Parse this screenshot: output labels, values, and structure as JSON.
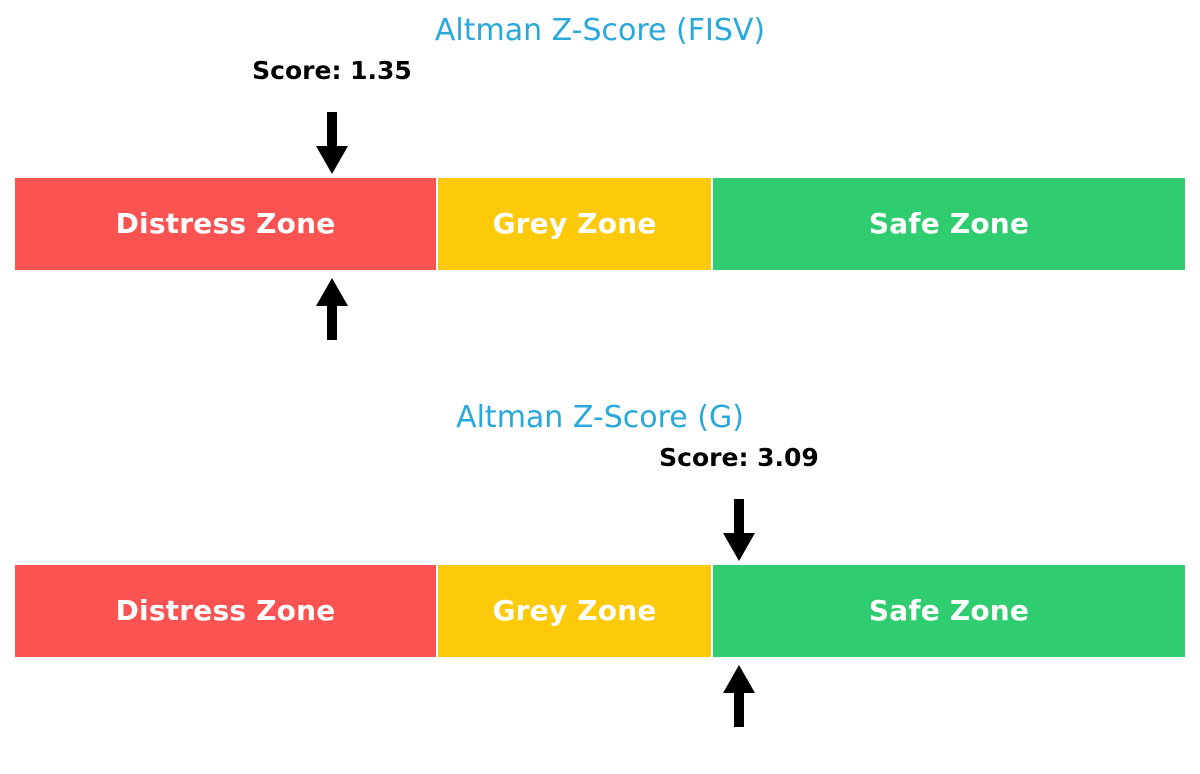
{
  "chart_data": [
    {
      "type": "bar",
      "title": "Altman Z-Score (FISV)",
      "orientation": "horizontal-stacked-gauge",
      "xlabel": "",
      "ylabel": "",
      "xlim": [
        0,
        1170
      ],
      "grid": false,
      "legend": "none",
      "categories": [
        "Distress Zone",
        "Grey Zone",
        "Safe Zone"
      ],
      "values": [
        423,
        275,
        472
      ],
      "segment_colors": [
        "#fb5252",
        "#fcc90b",
        "#30cc70"
      ],
      "annotations": [
        {
          "label": "Score: 1.35",
          "value": 1.35,
          "zone": "Distress Zone",
          "marker_x_px": 332,
          "arrows": [
            "down-arrow",
            "up-arrow"
          ]
        }
      ]
    },
    {
      "type": "bar",
      "title": "Altman Z-Score (G)",
      "orientation": "horizontal-stacked-gauge",
      "xlabel": "",
      "ylabel": "",
      "xlim": [
        0,
        1170
      ],
      "grid": false,
      "legend": "none",
      "categories": [
        "Distress Zone",
        "Grey Zone",
        "Safe Zone"
      ],
      "values": [
        423,
        275,
        472
      ],
      "segment_colors": [
        "#fb5252",
        "#fcc90b",
        "#30cc70"
      ],
      "annotations": [
        {
          "label": "Score: 3.09",
          "value": 3.09,
          "zone": "Safe Zone",
          "marker_x_px": 739,
          "arrows": [
            "down-arrow",
            "up-arrow"
          ]
        }
      ]
    }
  ],
  "colors": {
    "title": "#29a8dc",
    "distress": "#fb5252",
    "grey": "#fcc90b",
    "safe": "#30cc70",
    "score_text": "#000000",
    "zone_text": "#ffffff",
    "arrow": "#000000",
    "background": "#ffffff"
  },
  "gauges": [
    {
      "id": "fisv",
      "title": "Altman Z-Score (FISV)",
      "score_label": "Score: 1.35",
      "zones": [
        {
          "label": "Distress Zone",
          "color": "#fb5252"
        },
        {
          "label": "Grey Zone",
          "color": "#fcc90b"
        },
        {
          "label": "Safe Zone",
          "color": "#30cc70"
        }
      ]
    },
    {
      "id": "g",
      "title": "Altman Z-Score (G)",
      "score_label": "Score: 3.09",
      "zones": [
        {
          "label": "Distress Zone",
          "color": "#fb5252"
        },
        {
          "label": "Grey Zone",
          "color": "#fcc90b"
        },
        {
          "label": "Safe Zone",
          "color": "#30cc70"
        }
      ]
    }
  ]
}
